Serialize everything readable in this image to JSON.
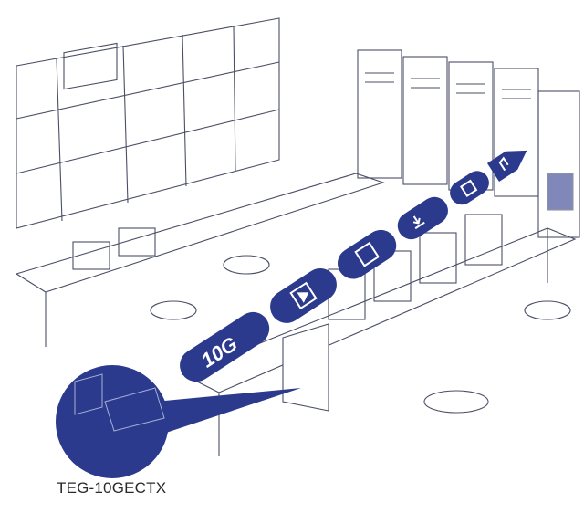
{
  "illustration": {
    "subject": "10G network data center / control room",
    "colors": {
      "accent": "#2b3a8c",
      "line": "#3a3f5a",
      "background": "#ffffff"
    },
    "arrow": {
      "label": "10G",
      "segments": [
        {
          "icon": "video-play-icon"
        },
        {
          "icon": "image-icon"
        },
        {
          "icon": "download-icon"
        },
        {
          "icon": "document-icon"
        },
        {
          "icon": "music-note-icon"
        }
      ]
    },
    "callout": {
      "product_label": "TEG-10GECTX",
      "depicts": "PCIe network card"
    }
  }
}
